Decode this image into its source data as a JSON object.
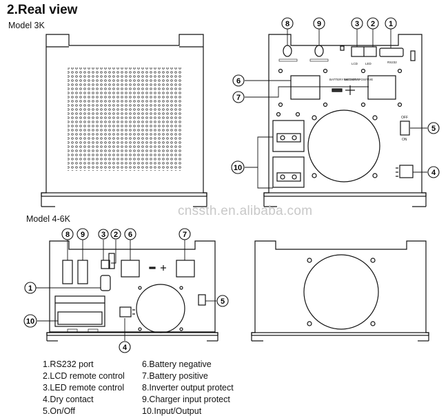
{
  "section_title": "2.Real view",
  "models": {
    "model_3k": "Model 3K",
    "model_4_6k": "Model 4-6K"
  },
  "watermark": "cnssth.en.alibaba.com",
  "callout_numbers": [
    "1",
    "2",
    "3",
    "4",
    "5",
    "6",
    "7",
    "8",
    "9",
    "10"
  ],
  "panel_labels": {
    "battery_negative": "BATTERY NEGATIVE",
    "battery_positive": "BATTERY POSITIVE",
    "on": "ON",
    "off": "OFF",
    "rs232": "RS232",
    "lcd": "LCD",
    "led": "LED"
  },
  "legend": {
    "left": [
      "1.RS232 port",
      "2.LCD remote control",
      "3.LED remote control",
      "4.Dry contact",
      "5.On/Off"
    ],
    "right": [
      "6.Battery negative",
      "7.Battery positive",
      "8.Inverter output protect",
      "9.Charger input protect",
      "10.Input/Output"
    ]
  }
}
